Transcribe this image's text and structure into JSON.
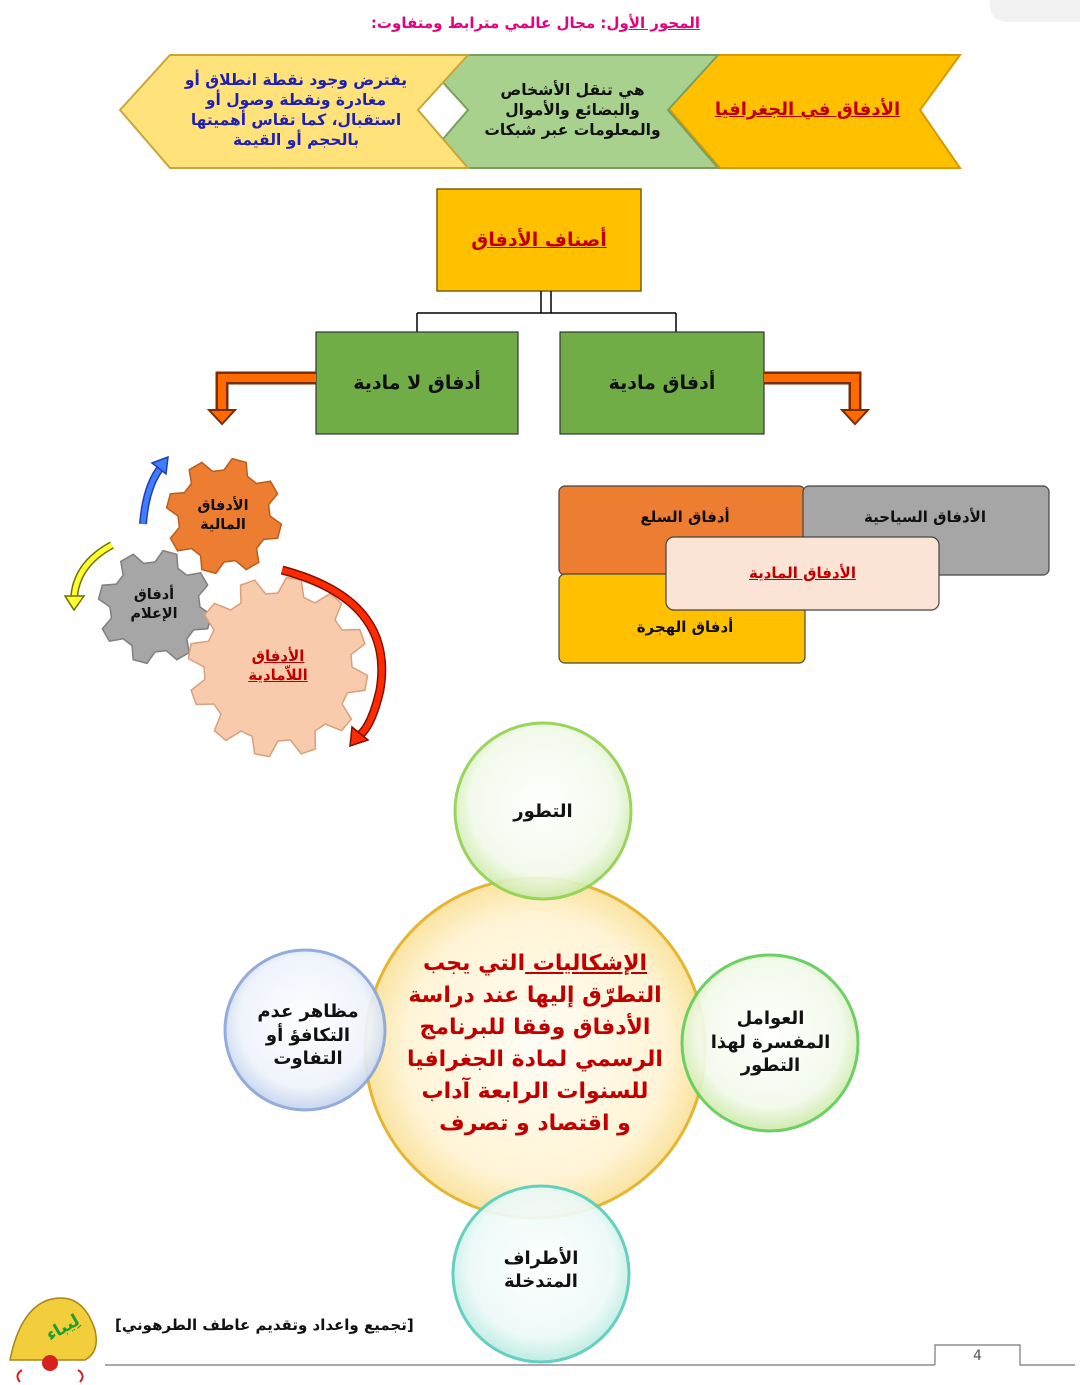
{
  "header": {
    "title_label": "المحور الأول",
    "title_rest": ": مجال عالمي مترابط ومتفاوت:"
  },
  "intro_chevrons": {
    "term": "الأدفاق في الجغرافيا",
    "definition": "هي تنقل الأشخاص والبضائع والأموال والمعلومات عبر شبكات",
    "condition": "يفترض وجود نقطة انطلاق أو مغادرة ونقطة وصول أو استقبال، كما تقاس أهميتها بالحجم أو القيمة"
  },
  "classification": {
    "root": "أصناف الأدفاق",
    "material": "أدفاق مادية",
    "immaterial": "أدفاق لا مادية"
  },
  "material_flows": {
    "center": "الأدفاق المادية",
    "goods": "أدفاق السلع",
    "tourism": "الأدفاق السياحية",
    "migration": "أدفاق الهجرة"
  },
  "immaterial_flows": {
    "main": "الأدفاق اللاّمادية",
    "financial": "الأدفاق المالية",
    "media": "أدفاق الإعلام"
  },
  "problematics": {
    "center_lines": [
      "الإشكاليات التي يجب",
      "التطرّق إليها عند دراسة",
      "الأدفاق وفقا للبرنامج",
      "الرسمي لمادة الجغرافيا",
      "للسنوات الرابعة آداب",
      "و اقتصاد و تصرف"
    ],
    "top": "التطور",
    "right": "العوامل المفسرة لهذا التطور",
    "left": "مظاهر عدم التكافؤ أو التفاوت",
    "bottom": "الأطراف المتدخلة"
  },
  "footer": {
    "credit": "[تجميع واعداد وتقديم عاطف الطرهوني]",
    "page_number": "4",
    "logo_text": "لِيباء"
  },
  "colors": {
    "orange_yellow": "#ffc000",
    "green": "#70ad47",
    "light_green": "#a9d18e",
    "pale_yellow": "#ffe27a",
    "orange": "#ed7d31",
    "grey": "#a6a6a6",
    "peach": "#f8cbad",
    "title_red": "#c00000",
    "blue_text": "#1f1fb4",
    "pink_title": "#e6007e"
  }
}
